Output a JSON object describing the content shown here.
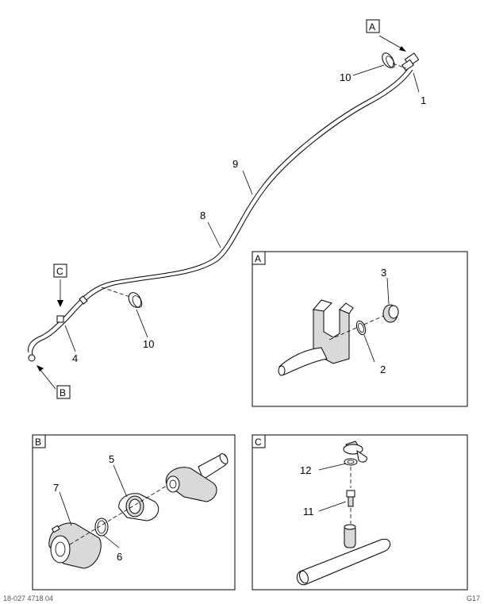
{
  "callouts": {
    "c1": "1",
    "c2": "2",
    "c3": "3",
    "c4": "4",
    "c5": "5",
    "c6": "6",
    "c7": "7",
    "c8": "8",
    "c9": "9",
    "c10a": "10",
    "c10b": "10",
    "c11": "11",
    "c12": "12"
  },
  "view_refs": {
    "top_a": "A",
    "top_b": "B",
    "top_c": "C"
  },
  "detail_views": {
    "a": "A",
    "b": "B",
    "c": "C"
  },
  "footer": {
    "left": "18-027 4718 04",
    "right": "G17"
  }
}
